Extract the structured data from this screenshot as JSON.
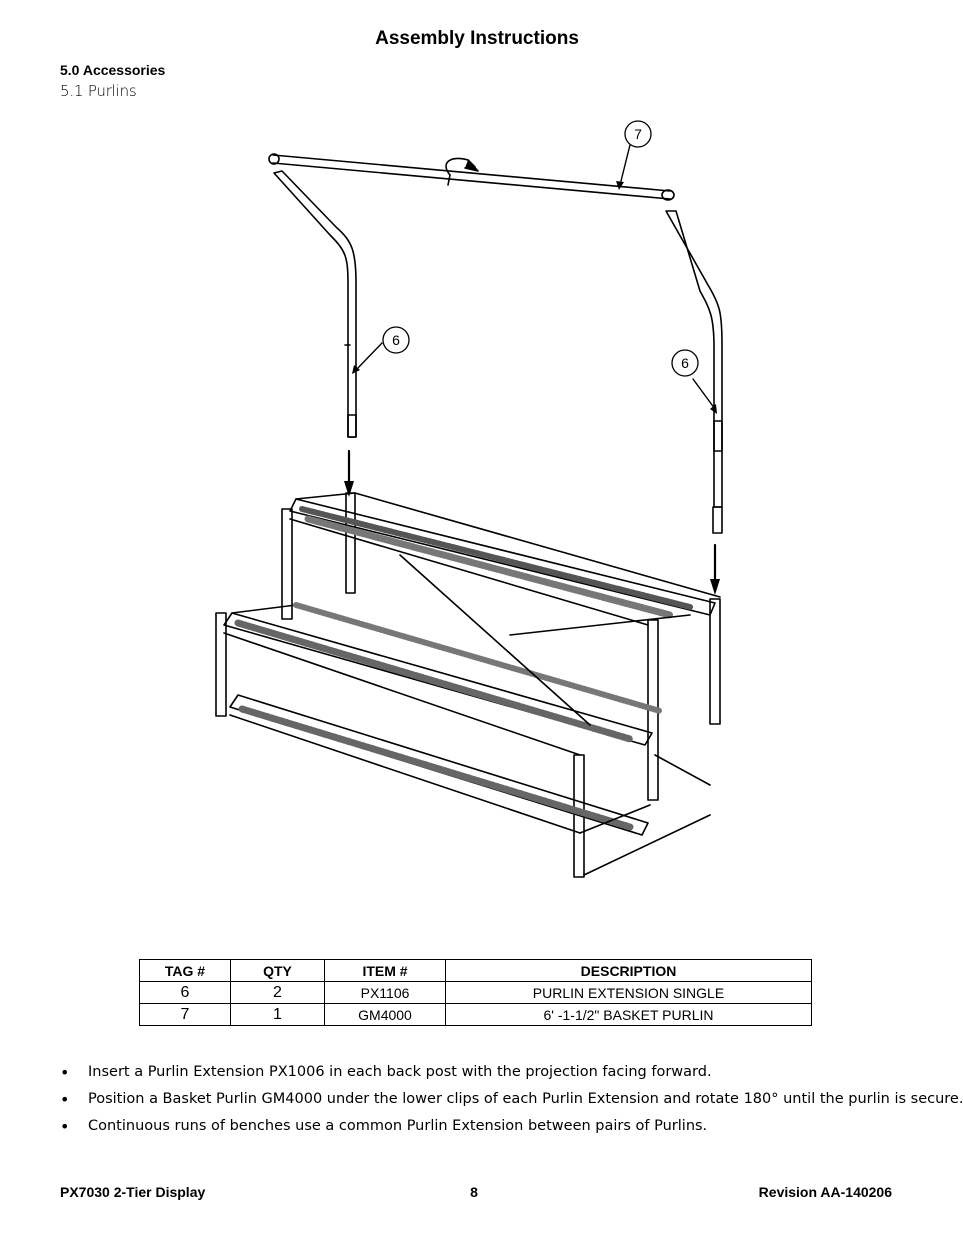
{
  "header": {
    "title": "Assembly Instructions",
    "section": "5.0 Accessories",
    "subsection": "5.1 Purlins"
  },
  "diagram": {
    "callouts": [
      "7",
      "6",
      "6"
    ]
  },
  "parts_table": {
    "headers": [
      "TAG #",
      "QTY",
      "ITEM #",
      "DESCRIPTION"
    ],
    "rows": [
      [
        "6",
        "2",
        "PX1106",
        "PURLIN EXTENSION SINGLE"
      ],
      [
        "7",
        "1",
        "GM4000",
        "6' -1-1/2\" BASKET PURLIN"
      ]
    ]
  },
  "instructions": [
    "Insert a Purlin Extension PX1006 in each back post with the projection facing forward.",
    "Position a Basket Purlin GM4000 under the lower clips of each Purlin Extension and rotate 180° until the purlin is secure.",
    "Continuous runs of benches use a common Purlin Extension between pairs of Purlins."
  ],
  "footer": {
    "doc_name": "PX7030 2-Tier Display",
    "page_number": "8",
    "revision": "Revision AA-140206"
  }
}
